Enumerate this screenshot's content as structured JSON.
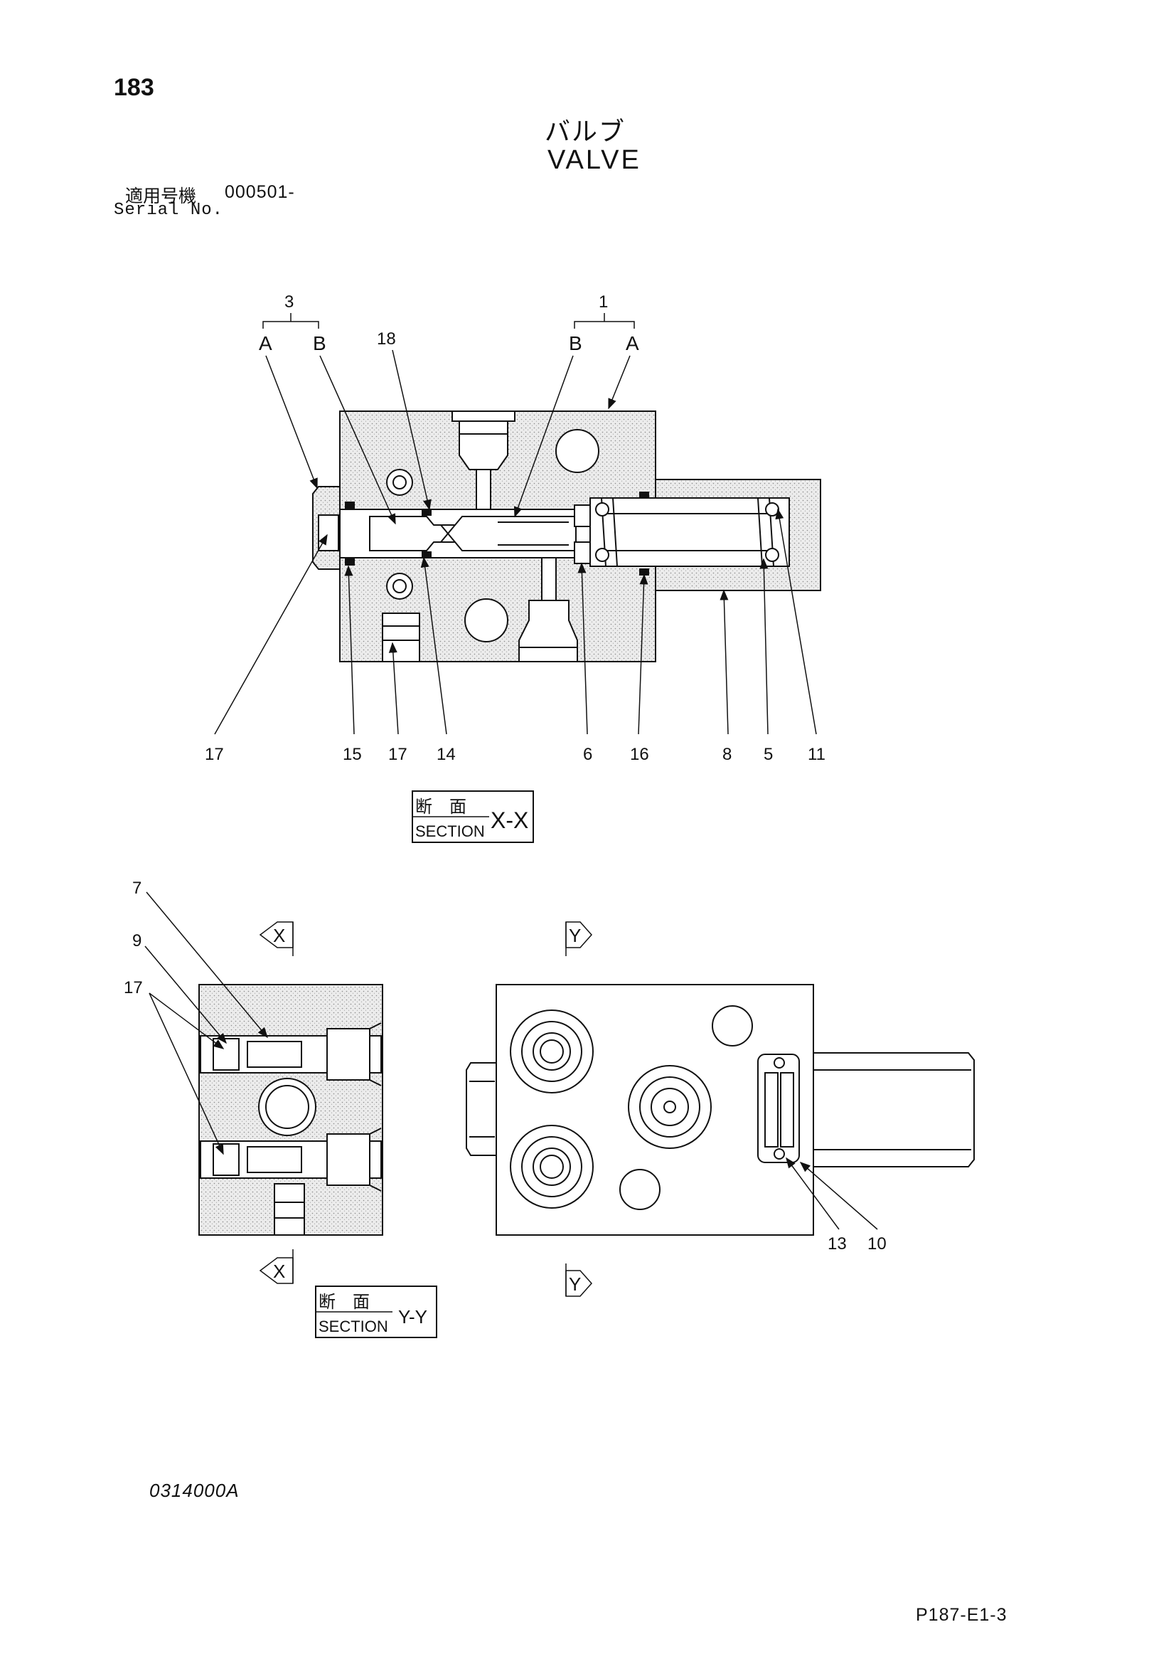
{
  "header": {
    "page_number": "183",
    "title_jp": "バルブ",
    "title_en": "VALVE",
    "serial_label_jp": "適用号機",
    "serial_value": "000501-",
    "serial_label_en": "Serial No."
  },
  "section_xx": {
    "assembly_labels": [
      "3",
      "1"
    ],
    "port_labels": [
      "A",
      "B",
      "B",
      "A"
    ],
    "top_callouts": [
      "18"
    ],
    "bottom_callouts": [
      "17",
      "15",
      "17",
      "14",
      "6",
      "16",
      "8",
      "5",
      "11"
    ],
    "box_jp": "断　面",
    "box_en": "SECTION",
    "box_id": "X-X"
  },
  "section_yy": {
    "left_callouts": [
      "7",
      "9",
      "17"
    ],
    "right_callouts": [
      "13",
      "10"
    ],
    "arrow_x": "X",
    "arrow_y": "Y",
    "box_jp": "断　面",
    "box_en": "SECTION",
    "box_id": "Y-Y"
  },
  "footer": {
    "drawing_code": "0314000A",
    "page_ref": "P187-E1-3"
  }
}
